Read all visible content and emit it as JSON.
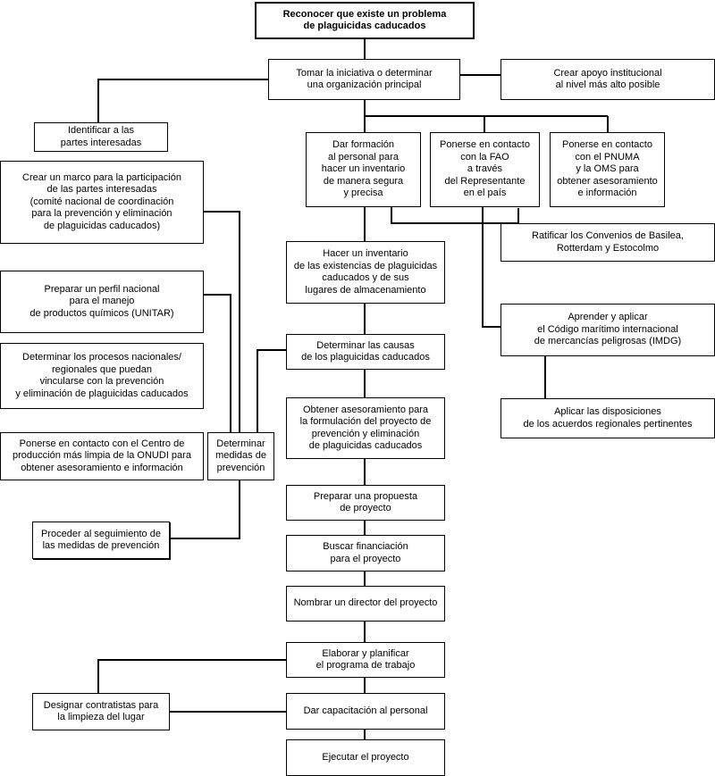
{
  "nodes": {
    "reconocer": "Reconocer que existe un problema\nde plaguicidas caducados",
    "tomar_iniciativa": "Tomar la iniciativa o determinar\nuna organización principal",
    "crear_apoyo": "Crear apoyo institucional\nal nivel más alto posible",
    "identificar_partes": "Identificar a las\npartes interesadas",
    "dar_formacion": "Dar formación\nal personal para\nhacer un inventario\nde manera segura\ny precisa",
    "contacto_fao": "Ponerse en contacto\ncon la FAO\na través\ndel Representante\nen el país",
    "contacto_pnuma": "Ponerse en contacto\ncon el PNUMA\ny la OMS para\nobtener asesoramiento\ne información",
    "crear_marco": "Crear un marco para la participación\nde las partes interesadas\n(comité nacional de coordinación\npara la prevención y eliminación\nde plaguicidas caducados)",
    "ratificar": "Ratificar los Convenios de Basilea,\nRotterdam y Estocolmo",
    "hacer_inventario": "Hacer un inventario\nde las existencias de plaguicidas\ncaducados y de sus\nlugares de almacenamiento",
    "preparar_perfil": "Preparar un perfil nacional\npara el manejo\nde productos químicos (UNITAR)",
    "aprender_imdg": "Aprender y aplicar\nel Código marítimo internacional\nde mercancías peligrosas (IMDG)",
    "determinar_causas": "Determinar las causas\nde los plaguicidas caducados",
    "determinar_procesos": "Determinar los procesos nacionales/\nregionales que puedan\nvincularse con la prevención\ny eliminación de plaguicidas caducados",
    "aplicar_disposiciones": "Aplicar las disposiciones\nde los acuerdos regionales pertinentes",
    "obtener_asesoramiento": "Obtener asesoramiento para\nla formulación del proyecto de\nprevención y eliminación\nde plaguicidas caducados",
    "contacto_onudi": "Ponerse en contacto con el Centro de\nproducción más limpia de la ONUDI para\nobtener asesoramiento e información",
    "determinar_medidas": "Determinar\nmedidas de\nprevención",
    "preparar_propuesta": "Preparar una propuesta\nde proyecto",
    "proceder_seguimiento": "Proceder al seguimiento de\nlas medidas de prevención",
    "buscar_financiacion": "Buscar financiación\npara el proyecto",
    "nombrar_director": "Nombrar un director del proyecto",
    "elaborar_planificar": "Elaborar y planificar\nel programa de trabajo",
    "designar_contratistas": "Designar contratistas para\nla limpieza del lugar",
    "dar_capacitacion": "Dar capacitación al personal",
    "ejecutar_proyecto": "Ejecutar el proyecto"
  }
}
